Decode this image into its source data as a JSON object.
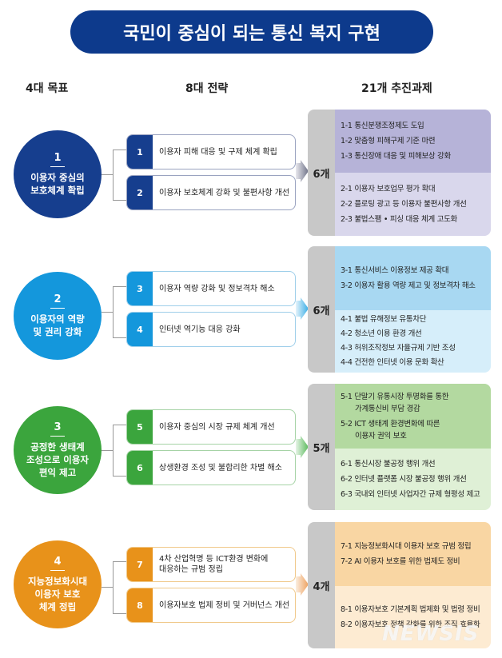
{
  "title": "국민이 중심이 되는 통신 복지 구현",
  "columns": {
    "goals": "4대 목표",
    "strategies": "8대 전략",
    "tasks": "21개 추진과제"
  },
  "colors": {
    "title_bg": "#0d3a8c",
    "section1": "#163e8e",
    "section2": "#1497dc",
    "section3": "#3ba53d",
    "section4": "#e8921a",
    "count_bar": "#c8c8c8"
  },
  "sections": [
    {
      "goal": {
        "num": "1",
        "line1": "이용자 중심의",
        "line2": "보호체계 확립",
        "line3": ""
      },
      "strategies": [
        {
          "num": "1",
          "text": "이용자 피해 대응 및 구제 체계 확립"
        },
        {
          "num": "2",
          "text": "이용자 보호체계 강화 및 불편사항 개선"
        }
      ],
      "count": "6개",
      "task_groups": [
        [
          "1-1 통신분쟁조정제도 도입",
          "1-2 맞춤형 피해구제 기준 마련",
          "1-3 통신장애 대응 및 피해보상 강화"
        ],
        [
          "2-1 이용자 보호업무 평가 확대",
          "2-2 플로팅 광고 등 이용자 불편사항 개선",
          "2-3 불법스팸 • 피싱 대응 체계 고도화"
        ]
      ]
    },
    {
      "goal": {
        "num": "2",
        "line1": "이용자의 역량",
        "line2": "및 권리 강화",
        "line3": ""
      },
      "strategies": [
        {
          "num": "3",
          "text": "이용자 역량 강화 및 정보격차 해소"
        },
        {
          "num": "4",
          "text": "인터넷 역기능 대응 강화"
        }
      ],
      "count": "6개",
      "task_groups": [
        [
          "3-1 통신서비스 이용정보 제공 확대",
          "3-2 이용자 활용 역량 제고 및 정보격차 해소"
        ],
        [
          "4-1 불법 유해정보 유통차단",
          "4-2 청소년 이용 환경 개선",
          "4-3 허위조작정보 자율규제 기반 조성",
          "4-4 건전한 인터넷 이용 문화 확산"
        ]
      ]
    },
    {
      "goal": {
        "num": "3",
        "line1": "공정한 생태계",
        "line2": "조성으로 이용자",
        "line3": "편익 제고"
      },
      "strategies": [
        {
          "num": "5",
          "text": "이용자 중심의 시장 규제 체계 개선"
        },
        {
          "num": "6",
          "text": "상생환경 조성 및 불합리한 차별 해소"
        }
      ],
      "count": "5개",
      "task_groups_wrapped": [
        {
          "main": "5-1 단말기 유통시장 투명화를 통한",
          "cont": "가계통신비 부담 경감"
        },
        {
          "main": "5-2 ICT 생태계 환경변화에 따른",
          "cont": "이용자 권익 보호"
        }
      ],
      "task_groups": [
        [],
        [
          "6-1 통신시장 불공정 행위 개선",
          "6-2 인터넷 플랫폼 시장 불공정 행위 개선",
          "6-3 국내외 인터넷 사업자간 규제 형평성 제고"
        ]
      ]
    },
    {
      "goal": {
        "num": "4",
        "line1": "지능정보화시대",
        "line2": "이용자 보호",
        "line3": "체계 정립"
      },
      "strategies": [
        {
          "num": "7",
          "text": "4차 산업혁명 등 ICT환경 변화에",
          "text2": "대응하는 규범 정립"
        },
        {
          "num": "8",
          "text": "이용자보호 법제 정비 및 거버넌스 개선"
        }
      ],
      "count": "4개",
      "task_groups": [
        [
          "7-1 지능정보화시대 이용자 보호 규범 정립",
          "7-2 AI 이용자 보호를 위한 법제도 정비"
        ],
        [
          "8-1 이용자보호 기본계획 법제화 및 법령 정비",
          "8-2 이용자보호 정책 강화를 위한 조직 효율화"
        ]
      ]
    }
  ],
  "watermark": "NEWSIS"
}
